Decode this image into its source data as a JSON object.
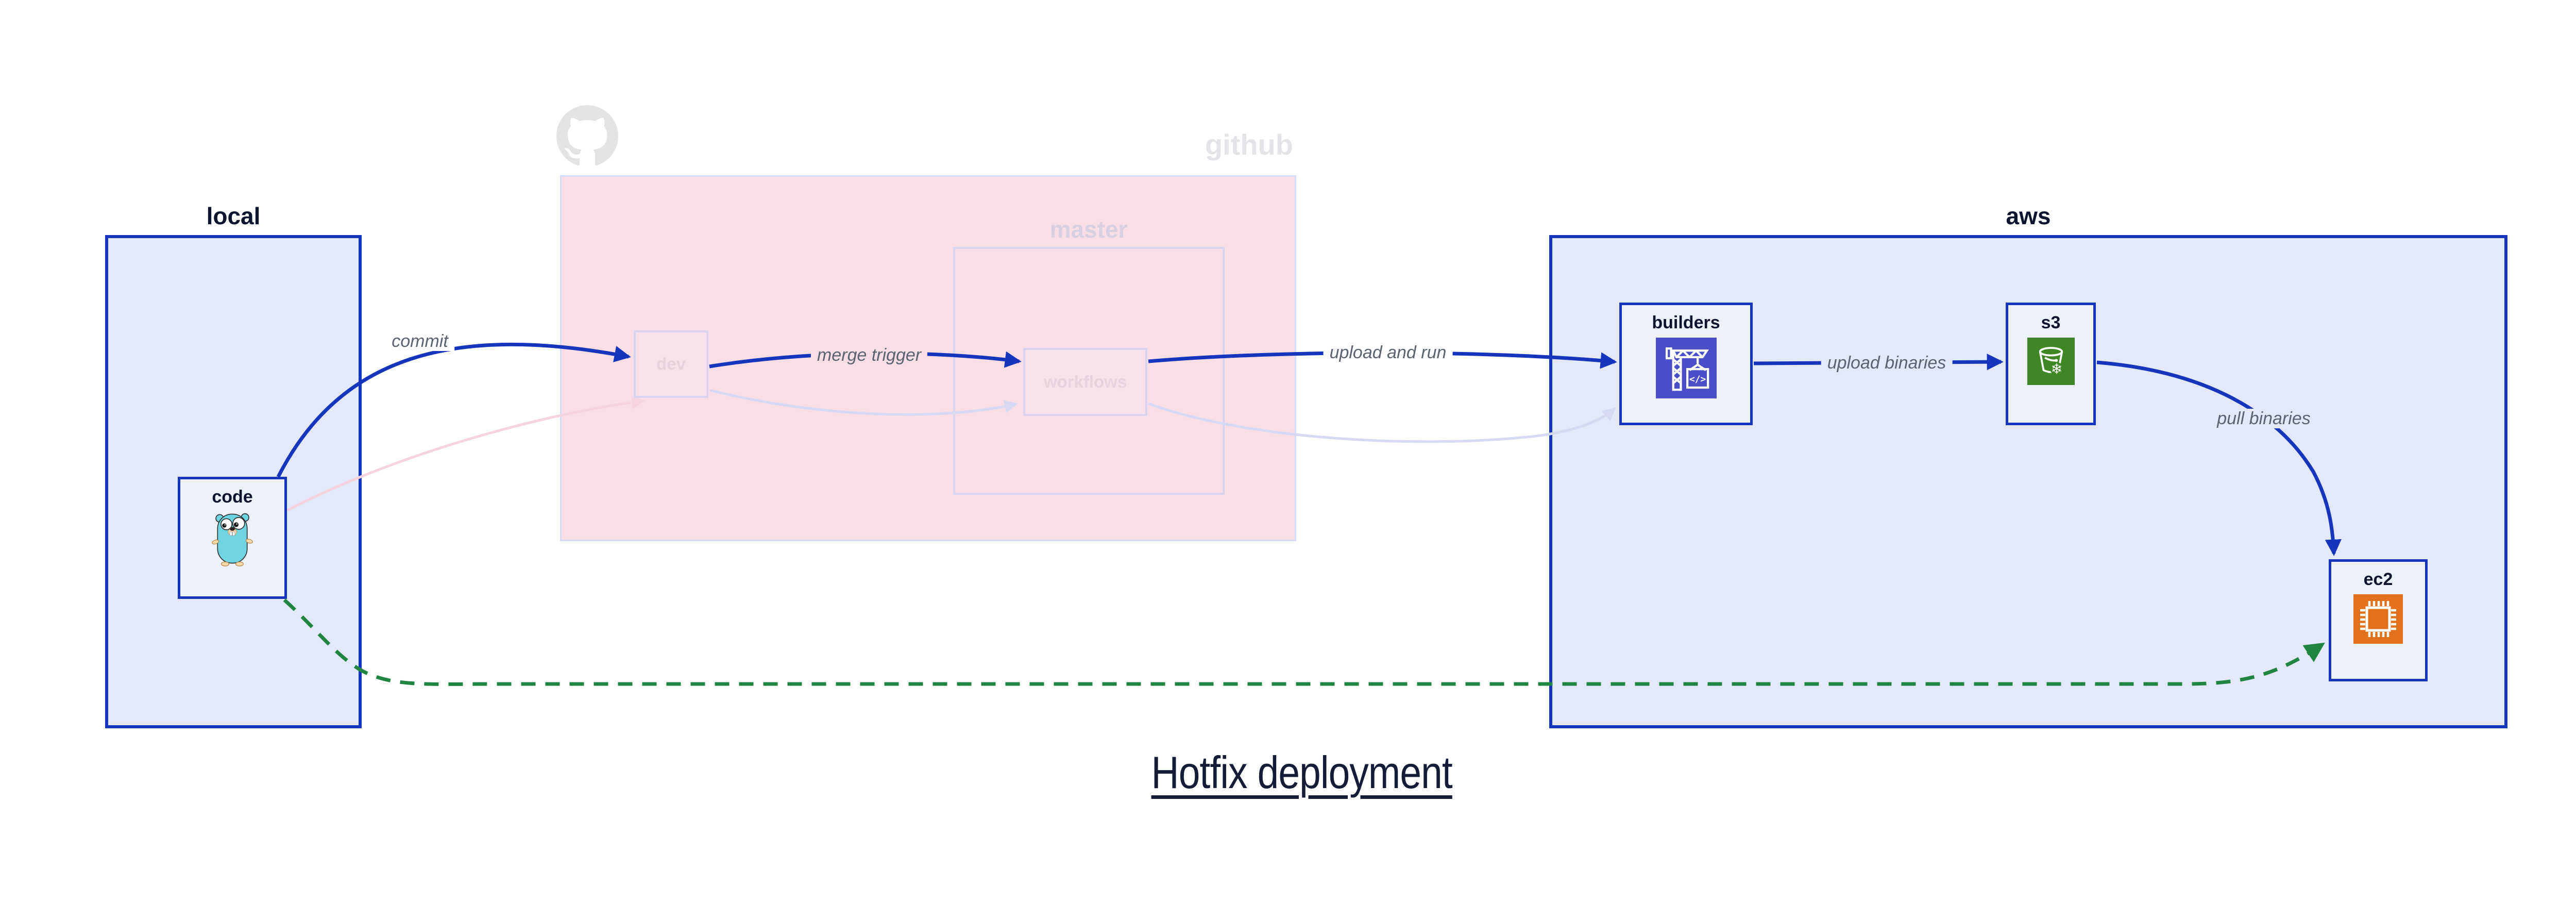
{
  "title": {
    "text": "Hotfix deployment"
  },
  "clusters": {
    "local": {
      "label": "local"
    },
    "github": {
      "label": "github",
      "master": {
        "label": "master"
      }
    },
    "aws": {
      "label": "aws"
    }
  },
  "nodes": {
    "code": {
      "label": "code",
      "icon": "go-gopher-icon"
    },
    "dev": {
      "label": "dev"
    },
    "workflows": {
      "label": "workflows"
    },
    "builders": {
      "label": "builders",
      "icon": "codebuild-crane-icon"
    },
    "s3": {
      "label": "s3",
      "icon": "s3-bucket-snowflake-icon"
    },
    "ec2": {
      "label": "ec2",
      "icon": "ec2-chip-icon"
    }
  },
  "edges": {
    "commit": {
      "label": "commit"
    },
    "merge_trigger": {
      "label": "merge trigger"
    },
    "upload_and_run": {
      "label": "upload and run"
    },
    "upload_binaries": {
      "label": "upload binaries"
    },
    "pull_binaries": {
      "label": "pull binaries"
    }
  },
  "github_logo": {
    "icon": "octocat-icon"
  },
  "colors": {
    "blue": "#1535bd",
    "cluster_fill": "#e3e9fa",
    "node_fill": "#eef2fc",
    "ink": "#0d1430",
    "edge_label": "#5b6270",
    "green": "#1f8540",
    "pink_fill": "#f9dfe5",
    "pink_border": "#d4dcf6",
    "faded_border": "#d8d4ee",
    "faded_text": "#e8d2dd",
    "faded_pink": "#f6d4df",
    "faded_lavender": "#d7d9f3",
    "github_gray": "#e3e3e3",
    "codebuild_bg": "#4a4fc9",
    "s3_bg": "#3f8624",
    "ec2_bg": "#e2711d",
    "title_ink": "#151c38"
  }
}
